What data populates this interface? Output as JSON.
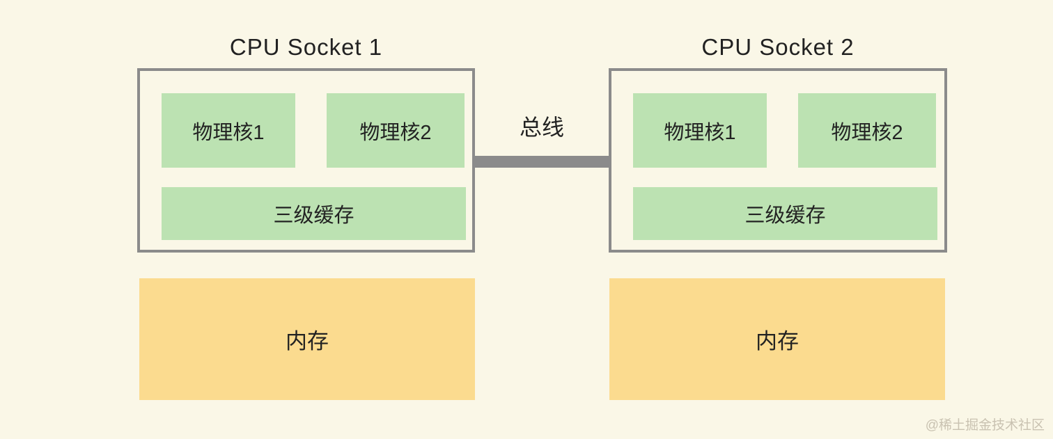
{
  "colors": {
    "background": "#faf7e7",
    "block_green": "#bce2b2",
    "block_yellow": "#fbdb8f",
    "outline_gray": "#8b8b8b",
    "text_dark": "#222222",
    "watermark_gray": "#c9c2b1"
  },
  "diagram": {
    "sockets": [
      {
        "title": "CPU Socket 1",
        "cores": [
          "物理核1",
          "物理核2"
        ],
        "cache": "三级缓存",
        "memory": "内存"
      },
      {
        "title": "CPU Socket 2",
        "cores": [
          "物理核1",
          "物理核2"
        ],
        "cache": "三级缓存",
        "memory": "内存"
      }
    ],
    "bus": {
      "label": "总线"
    },
    "watermark": "@稀土掘金技术社区"
  }
}
